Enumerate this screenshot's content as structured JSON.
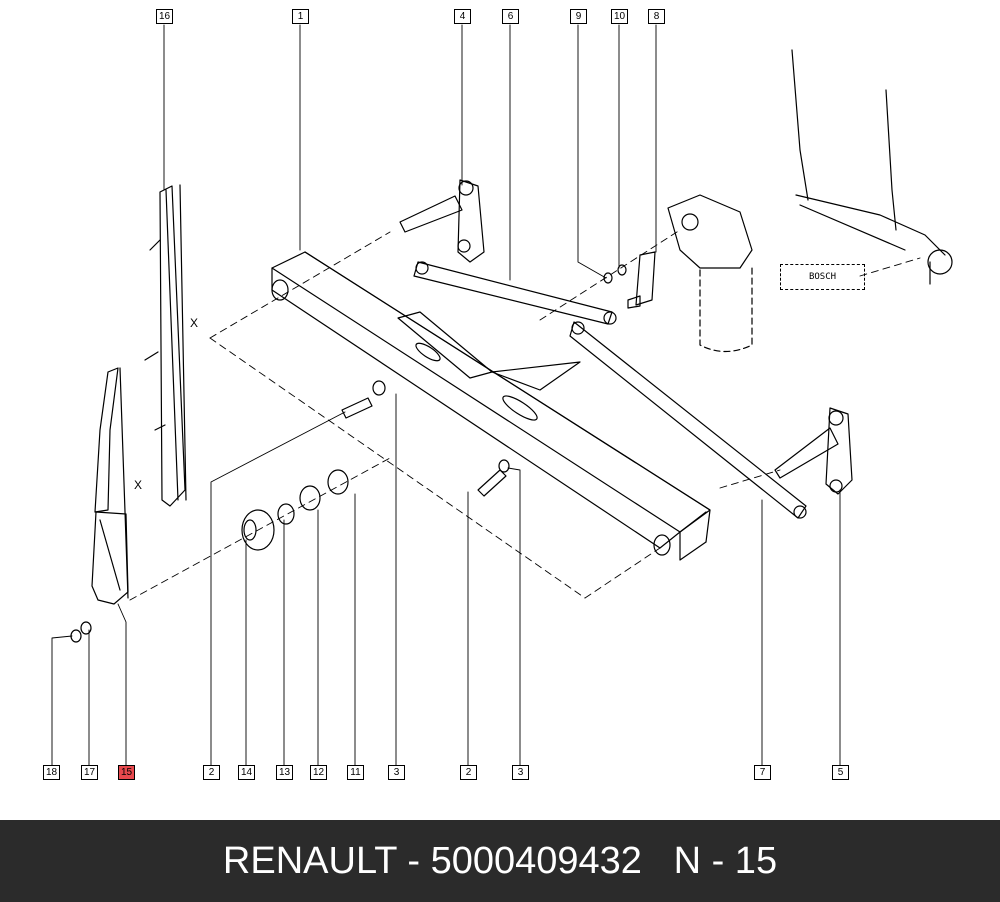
{
  "labels": [
    {
      "id": "16",
      "text": "16",
      "highlight": false
    },
    {
      "id": "1",
      "text": "1",
      "highlight": false
    },
    {
      "id": "4",
      "text": "4",
      "highlight": false
    },
    {
      "id": "6",
      "text": "6",
      "highlight": false
    },
    {
      "id": "9",
      "text": "9",
      "highlight": false
    },
    {
      "id": "10",
      "text": "10",
      "highlight": false
    },
    {
      "id": "8",
      "text": "8",
      "highlight": false
    },
    {
      "id": "18",
      "text": "18",
      "highlight": false
    },
    {
      "id": "17",
      "text": "17",
      "highlight": false
    },
    {
      "id": "15",
      "text": "15",
      "highlight": true
    },
    {
      "id": "2a",
      "text": "2",
      "highlight": false
    },
    {
      "id": "14",
      "text": "14",
      "highlight": false
    },
    {
      "id": "13",
      "text": "13",
      "highlight": false
    },
    {
      "id": "12",
      "text": "12",
      "highlight": false
    },
    {
      "id": "11",
      "text": "11",
      "highlight": false
    },
    {
      "id": "3a",
      "text": "3",
      "highlight": false
    },
    {
      "id": "2b",
      "text": "2",
      "highlight": false
    },
    {
      "id": "3b",
      "text": "3",
      "highlight": false
    },
    {
      "id": "7",
      "text": "7",
      "highlight": false
    },
    {
      "id": "5",
      "text": "5",
      "highlight": false
    }
  ],
  "dimension_marks": {
    "x1": "X",
    "x2": "X"
  },
  "brand_box": "BOSCH",
  "colors": {
    "highlight": "#e8484d",
    "footer_bg": "#2b2b2b",
    "footer_text": "#ffffff",
    "line": "#000000"
  },
  "footer": {
    "brand": "RENAULT",
    "separator": " - ",
    "part_number": "5000409432",
    "gap": "   ",
    "ref": "N - 15"
  }
}
